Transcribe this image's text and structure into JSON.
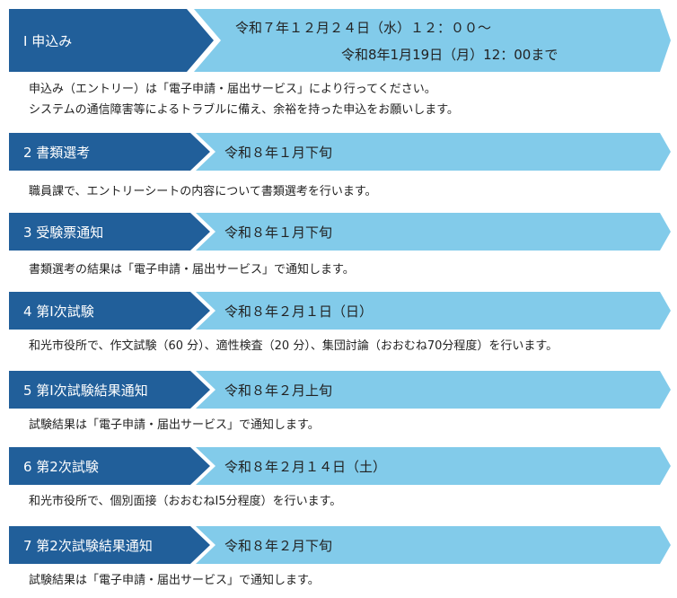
{
  "colors": {
    "step_dark": "#215f9a",
    "step_light": "#82cbea",
    "title_text": "#ffffff",
    "body_text": "#222222"
  },
  "steps": [
    {
      "title": "Ⅰ 申込み",
      "date_line1": "令和７年１２月２４日（水）１２：００～",
      "date_line2": "令和8年1月19日（月）12：00まで",
      "description": [
        "申込み（エントリー）は「電子申請・届出サービス」により行ってください。",
        "システムの通信障害等によるトラブルに備え、余裕を持った申込をお願いします。"
      ]
    },
    {
      "title": "2 書類選考",
      "date": "令和８年１月下旬",
      "description": [
        "職員課で、エントリーシートの内容について書類選考を行います。"
      ]
    },
    {
      "title": "3 受験票通知",
      "date": "令和８年１月下旬",
      "description": [
        "書類選考の結果は「電子申請・届出サービス」で通知します。"
      ]
    },
    {
      "title": "4 第Ⅰ次試験",
      "date": "令和８年２月１日（日）",
      "description": [
        "和光市役所で、作文試験（60 分）、適性検査（20 分）、集団討論（おおむね70分程度）を行います。"
      ]
    },
    {
      "title": "5 第Ⅰ次試験結果通知",
      "date": "令和８年２月上旬",
      "description": [
        "試験結果は「電子申請・届出サービス」で通知します。"
      ]
    },
    {
      "title": "6 第2次試験",
      "date": "令和８年２月１４日（土）",
      "description": [
        "和光市役所で、個別面接（おおむねⅠ5分程度）を行います。"
      ]
    },
    {
      "title": "7 第2次試験結果通知",
      "date": "令和８年２月下旬",
      "description": [
        "試験結果は「電子申請・届出サービス」で通知します。"
      ]
    }
  ]
}
